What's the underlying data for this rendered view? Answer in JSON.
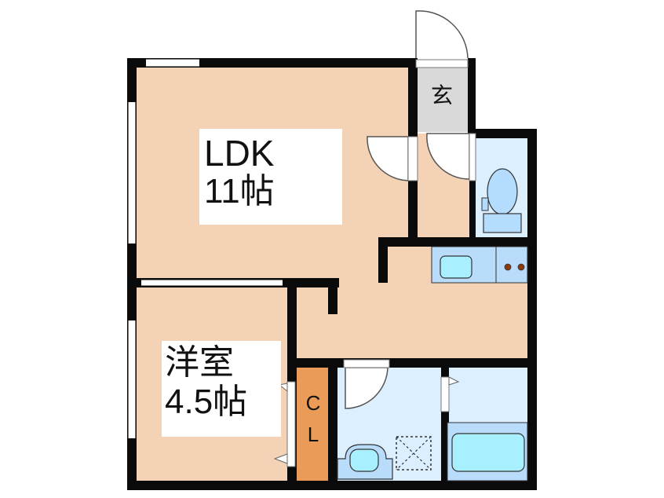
{
  "floor_plan": {
    "rooms": [
      {
        "id": "ldk",
        "name": "LDK",
        "size": "11帖"
      },
      {
        "id": "western",
        "name": "洋室",
        "size": "4.5帖"
      },
      {
        "id": "closet",
        "name_line1": "C",
        "name_line2": "L"
      },
      {
        "id": "entrance",
        "name": "玄"
      }
    ],
    "fixtures": [
      "toilet",
      "kitchen-sink",
      "stove",
      "washbasin",
      "washing-machine-space",
      "bathtub"
    ],
    "colors": {
      "wall": "#0a0a0a",
      "wood_floor": "#f3d2b6",
      "entrance_floor": "#d9d9d9",
      "wet_area": "#dcefff",
      "closet": "#eb9b58",
      "fixture_fill": "#a8e6ff"
    }
  }
}
